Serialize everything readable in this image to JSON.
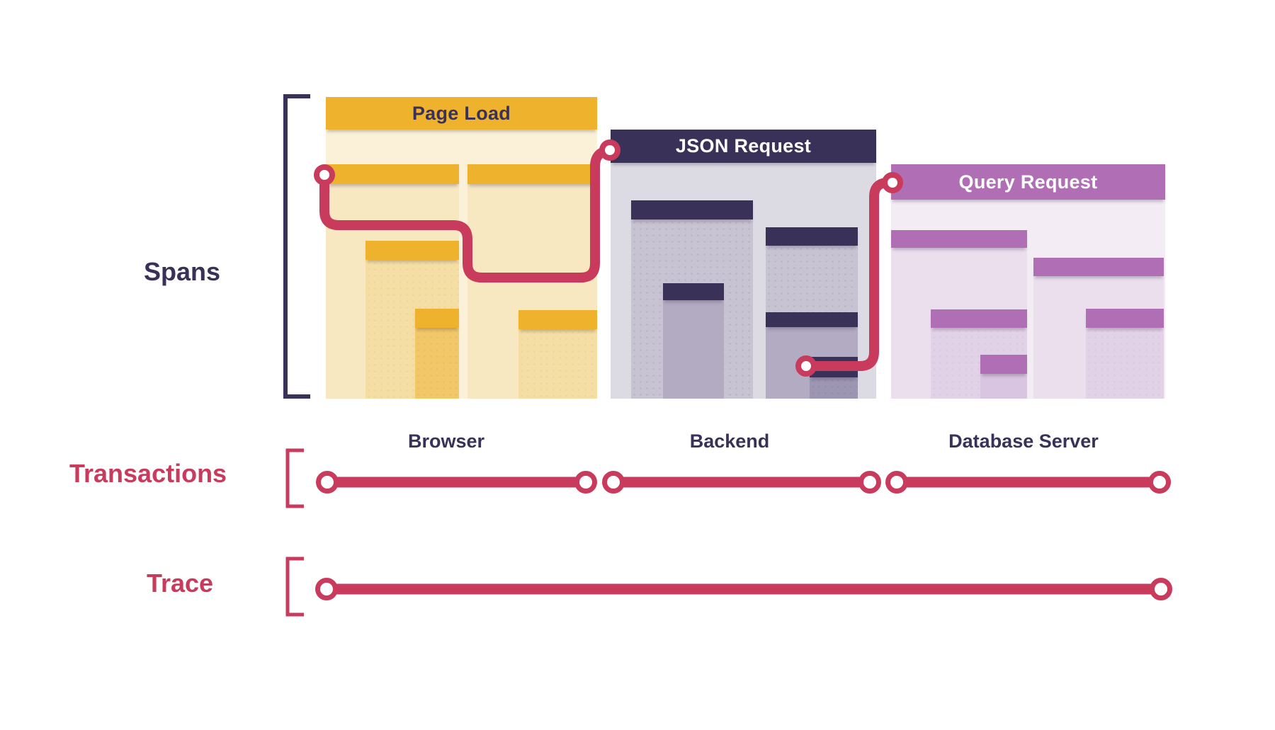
{
  "colors": {
    "red": "#C93B5C",
    "navy": "#3A3158",
    "gold": "#EFB22D",
    "orchid": "#B06FB5"
  },
  "row_labels": {
    "spans": "Spans",
    "transactions": "Transactions",
    "trace": "Trace"
  },
  "blocks": [
    {
      "header": "Page Load",
      "service": "Browser"
    },
    {
      "header": "JSON Request",
      "service": "Backend"
    },
    {
      "header": "Query Request",
      "service": "Database Server"
    }
  ]
}
